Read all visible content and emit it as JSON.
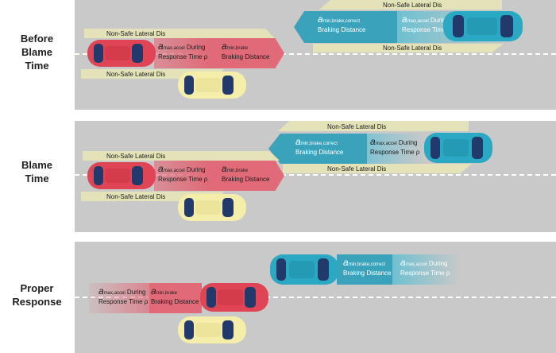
{
  "panels": [
    {
      "label": "Before\nBlame\nTime",
      "non_safe": [
        "Non-Safe Lateral Dis",
        "Non-Safe Lateral Dis",
        "Non-Safe Lateral Dis",
        "Non-Safe Lateral Dis"
      ],
      "ego": {
        "a": "a",
        "sub": "max,accel",
        "line1_rest": " During",
        "line2": "Response Time ρ",
        "b": "a",
        "bsub": "min,brake",
        "bline2": "Braking Distance"
      },
      "other": {
        "a": "a",
        "sub": "min,brake,correct",
        "line2": "Braking Distance",
        "b": "a",
        "bsub": "max,accel",
        "bline1_rest": " During",
        "bline2": "Response Time ρ"
      }
    },
    {
      "label": "Blame\nTime",
      "non_safe": [
        "Non-Safe Lateral Dis",
        "Non-Safe Lateral Dis",
        "Non-Safe Lateral Dis",
        "Non-Safe Lateral Dis"
      ],
      "ego": {
        "a": "a",
        "sub": "max,accel",
        "line1_rest": " During",
        "line2": "Response Time ρ",
        "b": "a",
        "bsub": "min,brake",
        "bline2": "Braking Distance"
      },
      "other": {
        "a": "a",
        "sub": "min,brake,correct",
        "line2": "Braking Distance",
        "b": "a",
        "bsub": "max,accel",
        "bline1_rest": " During",
        "bline2": "Response Time ρ"
      }
    },
    {
      "label": "Proper\nResponse",
      "ego": {
        "a": "a",
        "sub": "max,accel",
        "line1_rest": " During",
        "line2": "Response Time ρ",
        "b": "a",
        "bsub": "min,brake",
        "bline2": "Braking Distance"
      },
      "other": {
        "a": "a",
        "sub": "min,brake,correct",
        "line2": "Braking Distance",
        "b": "a",
        "bsub": "max,accel",
        "bline1_rest": " During",
        "bline2": "Response Time ρ"
      }
    }
  ],
  "colors": {
    "road": "#c9c9c9",
    "lane_line": "#ffffff",
    "ego_car": "#e04556",
    "ego_zone": "#e06a78",
    "other_car": "#2aa8c4",
    "other_zone": "#3aa3bb",
    "lateral_zone": "#e3e2b8",
    "third_car": "#f4eeaa",
    "window": "#223a6b"
  }
}
